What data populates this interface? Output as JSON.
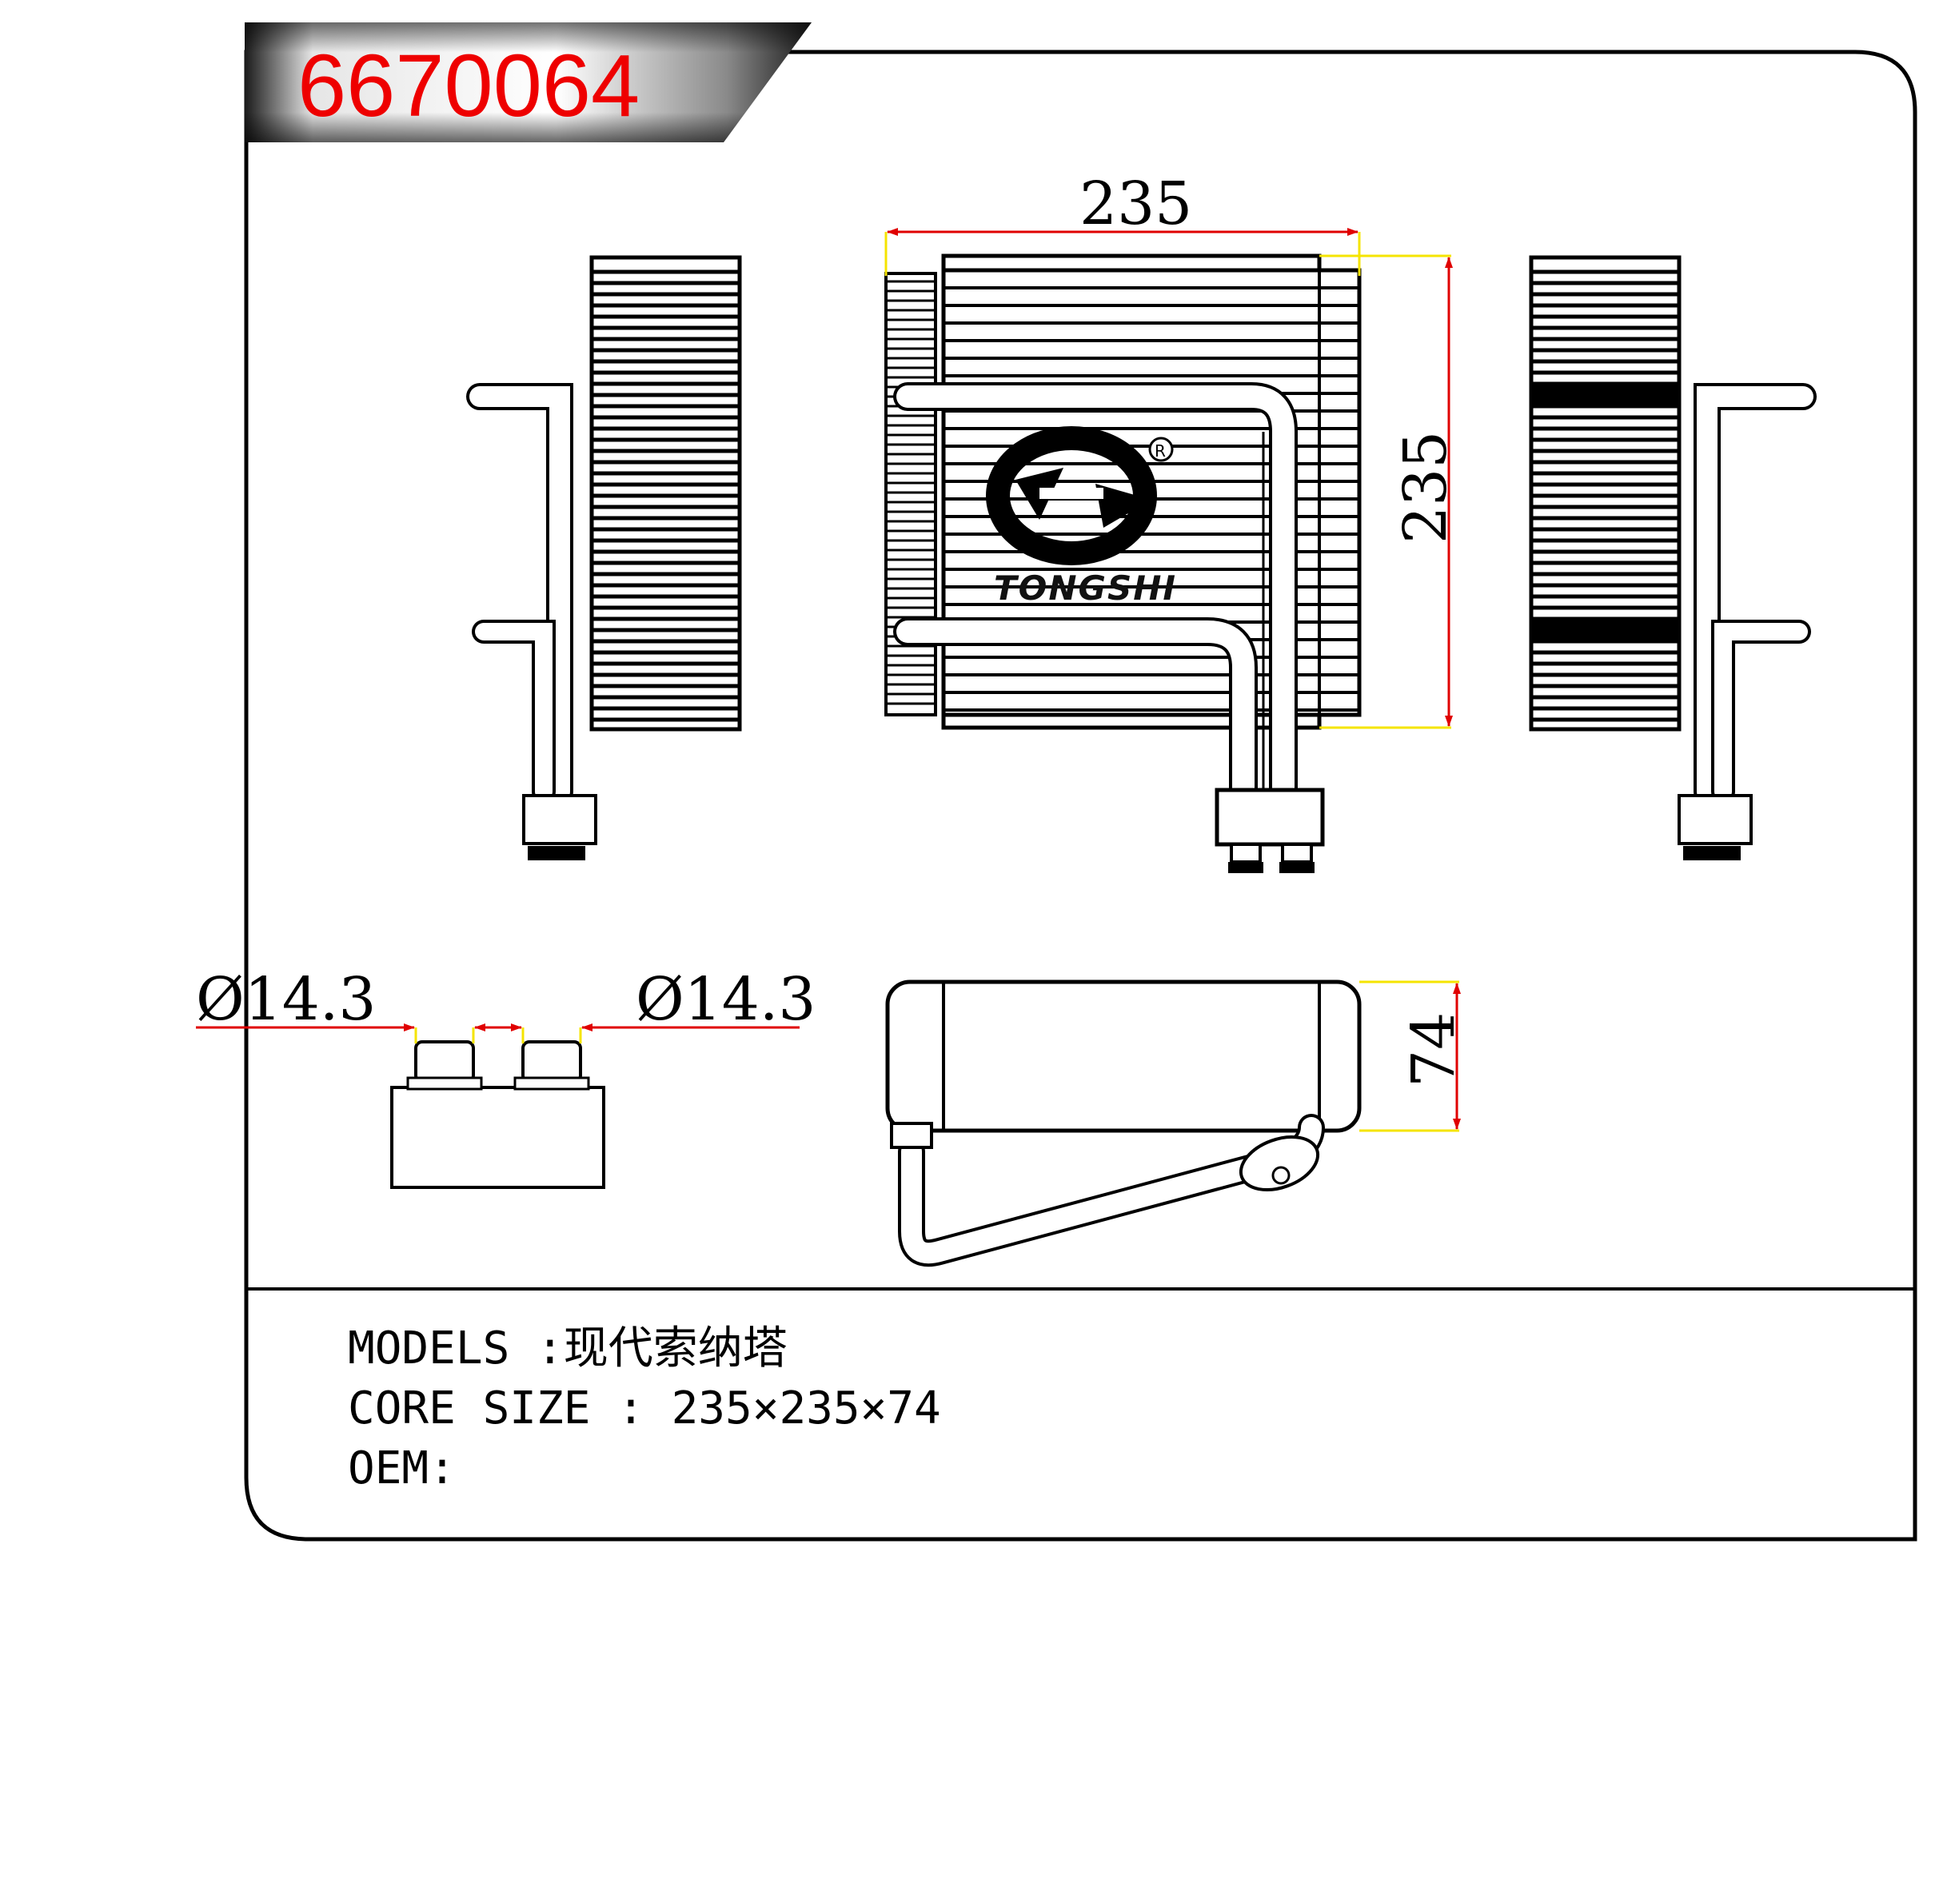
{
  "header": {
    "part_number": "6670064"
  },
  "dimensions": {
    "top_width": "235",
    "front_height": "235",
    "depth": "74",
    "pipe_diameter_left": "Ø14.3",
    "pipe_diameter_right": "Ø14.3"
  },
  "info": {
    "models_line": "MODELS :现代索纳塔",
    "core_size_line": "CORE SIZE : 235×235×74",
    "oem_line": "OEM:"
  },
  "logo": {
    "brand_text": "TONGSHI"
  },
  "colors": {
    "part_number": "#ee0000",
    "dimension_arrow": "#e00000",
    "extension_line": "#f5e400",
    "outline": "#000000",
    "header_band_dark": "#1a1a1a",
    "header_band_light": "#ffffff"
  },
  "icons": [
    "registered-mark-icon",
    "brand-logo-icon"
  ]
}
